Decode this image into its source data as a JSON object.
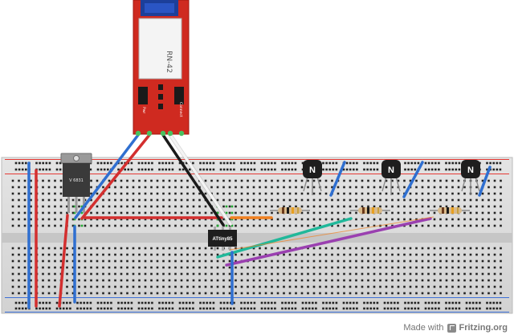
{
  "components": {
    "bluetooth_module": {
      "label": "RN-42",
      "pin_label_left": "Pwr",
      "pin_label_right": "Connect"
    },
    "microcontroller": {
      "label": "ATtiny85"
    },
    "regulator": {
      "label": "V 6831"
    },
    "transistors": [
      {
        "label": "N"
      },
      {
        "label": "N"
      },
      {
        "label": "N"
      }
    ]
  },
  "breadboard": {
    "color": "#d8d8d8",
    "rail_red": "#e53935",
    "rail_blue": "#3b6fd6",
    "hole_color": "#222222",
    "connected_hole_color": "#22aa33"
  },
  "wire_colors": {
    "red": "#d32f2f",
    "black": "#1a1a1a",
    "white": "#f4f4f4",
    "blue": "#2f6fd0",
    "orange": "#f08020",
    "teal": "#20b89a",
    "purple": "#9a40b0"
  },
  "footer": {
    "made_with": "Made with",
    "brand": "Fritzing.org"
  }
}
